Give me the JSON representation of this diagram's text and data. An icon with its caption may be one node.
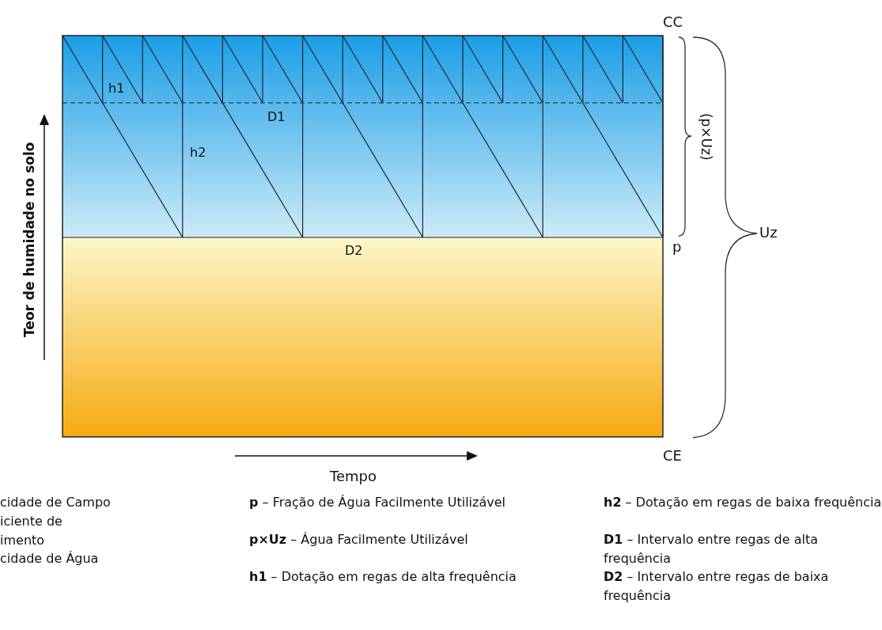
{
  "diagram": {
    "labels": [
      "CC",
      "h1",
      "D1",
      "h2",
      "(p×Uz)",
      "p",
      "Uz",
      "D2",
      "Teor de humidade no solo",
      "CE",
      "Tempo",
      "cidade de Campo",
      "iciente de imento",
      "cidade de Água",
      "**p** – Fração de Água Facilmente Utilizável",
      "**p×Uz** – Água Facilmente Utilizável",
      "**h1** – Dotação em regas de alta frequência",
      "**h2** – Dotação em regas de baixa frequência",
      "**D1** – Intervalo entre regas de alta frequência",
      "**D2** – Intervalo entre regas de baixa frequência"
    ]
  }
}
